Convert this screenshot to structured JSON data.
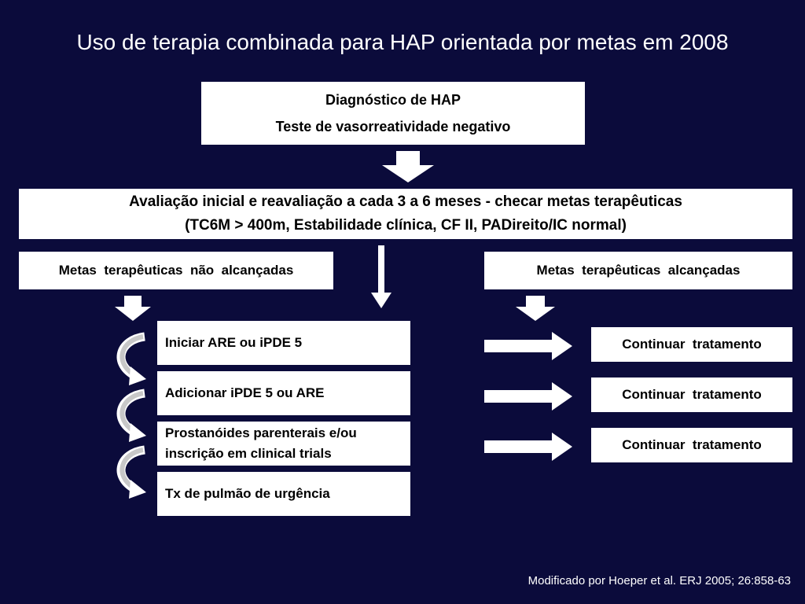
{
  "title": "Uso de terapia combinada para HAP orientada por metas em 2008",
  "diagnosis": {
    "line1": "Diagnóstico de HAP",
    "line2": "Teste de vasorreatividade negativo"
  },
  "evaluation": {
    "line1": "Avaliação inicial e reavaliação a cada 3 a 6 meses - checar metas terapêuticas",
    "line2": "(TC6M > 400m, Estabilidade clínica, CF II, PADireito/IC normal)"
  },
  "goals_not_met": "Metas  terapêuticas  não  alcançadas",
  "goals_met": "Metas  terapêuticas  alcançadas",
  "steps": [
    "Iniciar ARE ou iPDE 5",
    "Adicionar iPDE 5 ou ARE",
    "Prostanóides parenterais e/ou inscrição em clinical trials",
    "Tx de pulmão de urgência"
  ],
  "continue": [
    "Continuar  tratamento",
    "Continuar  tratamento",
    "Continuar  tratamento"
  ],
  "footer": "Modificado por Hoeper et al. ERJ 2005; 26:858-63",
  "colors": {
    "background": "#0b0b3b",
    "box": "#ffffff",
    "curved_arrow": "#c8c8c8"
  }
}
